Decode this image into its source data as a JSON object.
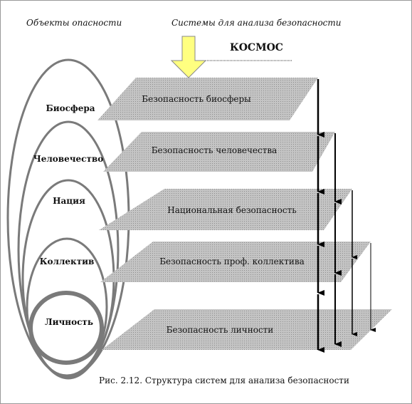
{
  "headers": {
    "objects": "Объекты опасности",
    "systems": "Системы для анализа безопасности"
  },
  "cosmos": "КОСМОС",
  "objects": [
    "Биосфера",
    "Человечество",
    "Нация",
    "Коллектив",
    "Личность"
  ],
  "planes": [
    "Безопасность биосферы",
    "Безопасность человечества",
    "Национальная безопасность",
    "Безопасность проф. коллектива",
    "Безопасность личности"
  ],
  "caption": "Рис. 2.12. Структура систем для анализа безопасности",
  "colors": {
    "plane_fill": "#b4b4b4",
    "arrow_fill": "#ffff80",
    "ellipse_stroke": "#7a7a7a",
    "text": "#111111"
  }
}
